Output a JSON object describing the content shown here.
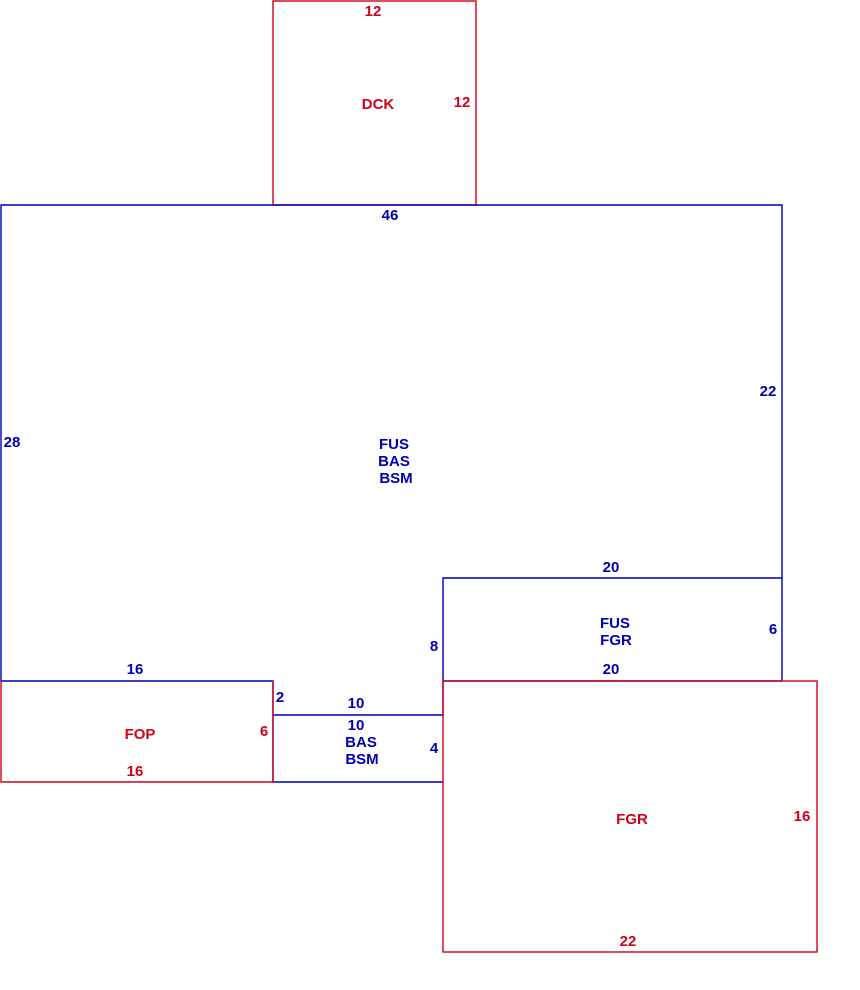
{
  "colors": {
    "main_structure": "#0000b3",
    "attached_areas": "#d0021b"
  },
  "areas": {
    "dck": {
      "codes": [
        "DCK"
      ],
      "dimensions": {
        "top": "12",
        "right": "12"
      }
    },
    "main": {
      "codes": [
        "FUS",
        "BAS",
        "BSM"
      ],
      "dimensions": {
        "top": "46",
        "left": "28",
        "right": "22",
        "fop_top": "16",
        "step": "2",
        "corridor_top": "10",
        "garage_left": "8",
        "garage_top": "20"
      }
    },
    "fus_fgr": {
      "codes": [
        "FUS",
        "FGR"
      ],
      "dimensions": {
        "right": "6",
        "bottom": "20"
      }
    },
    "connector": {
      "codes": [
        "BAS",
        "BSM"
      ],
      "dimensions": {
        "top": "10",
        "right": "4"
      }
    },
    "fop": {
      "codes": [
        "FOP"
      ],
      "dimensions": {
        "right": "6",
        "bottom": "16"
      }
    },
    "fgr": {
      "codes": [
        "FGR"
      ],
      "dimensions": {
        "right": "16",
        "bottom": "22"
      }
    }
  }
}
